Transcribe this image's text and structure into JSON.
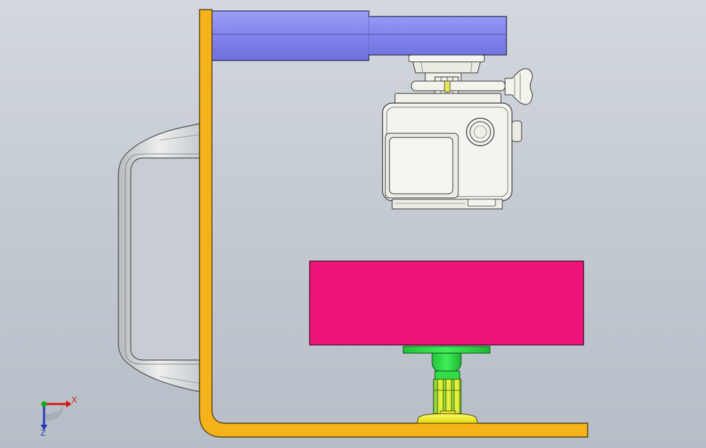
{
  "viewport": {
    "background_top": "#d3d8df",
    "background_bottom": "#b6bdc6"
  },
  "parts": [
    {
      "name": "bracket-frame",
      "color": "#f6b21a"
    },
    {
      "name": "top-arm",
      "color": "#8b8ef0"
    },
    {
      "name": "handle-grip",
      "color": "#d9dbdd"
    },
    {
      "name": "action-camera-housing",
      "color": "#f4f4ee"
    },
    {
      "name": "phone-block",
      "color": "#f0137a"
    },
    {
      "name": "phone-clamp-mount",
      "color": "#2fe048"
    },
    {
      "name": "mount-knuckle",
      "color": "#cfe84a"
    },
    {
      "name": "mount-base-disk",
      "color": "#f2ef28"
    }
  ],
  "triad": {
    "x_label": "X",
    "z_label": "Z",
    "x_color": "#dd1111",
    "y_color": "#11aa11",
    "z_color": "#2233bb"
  }
}
